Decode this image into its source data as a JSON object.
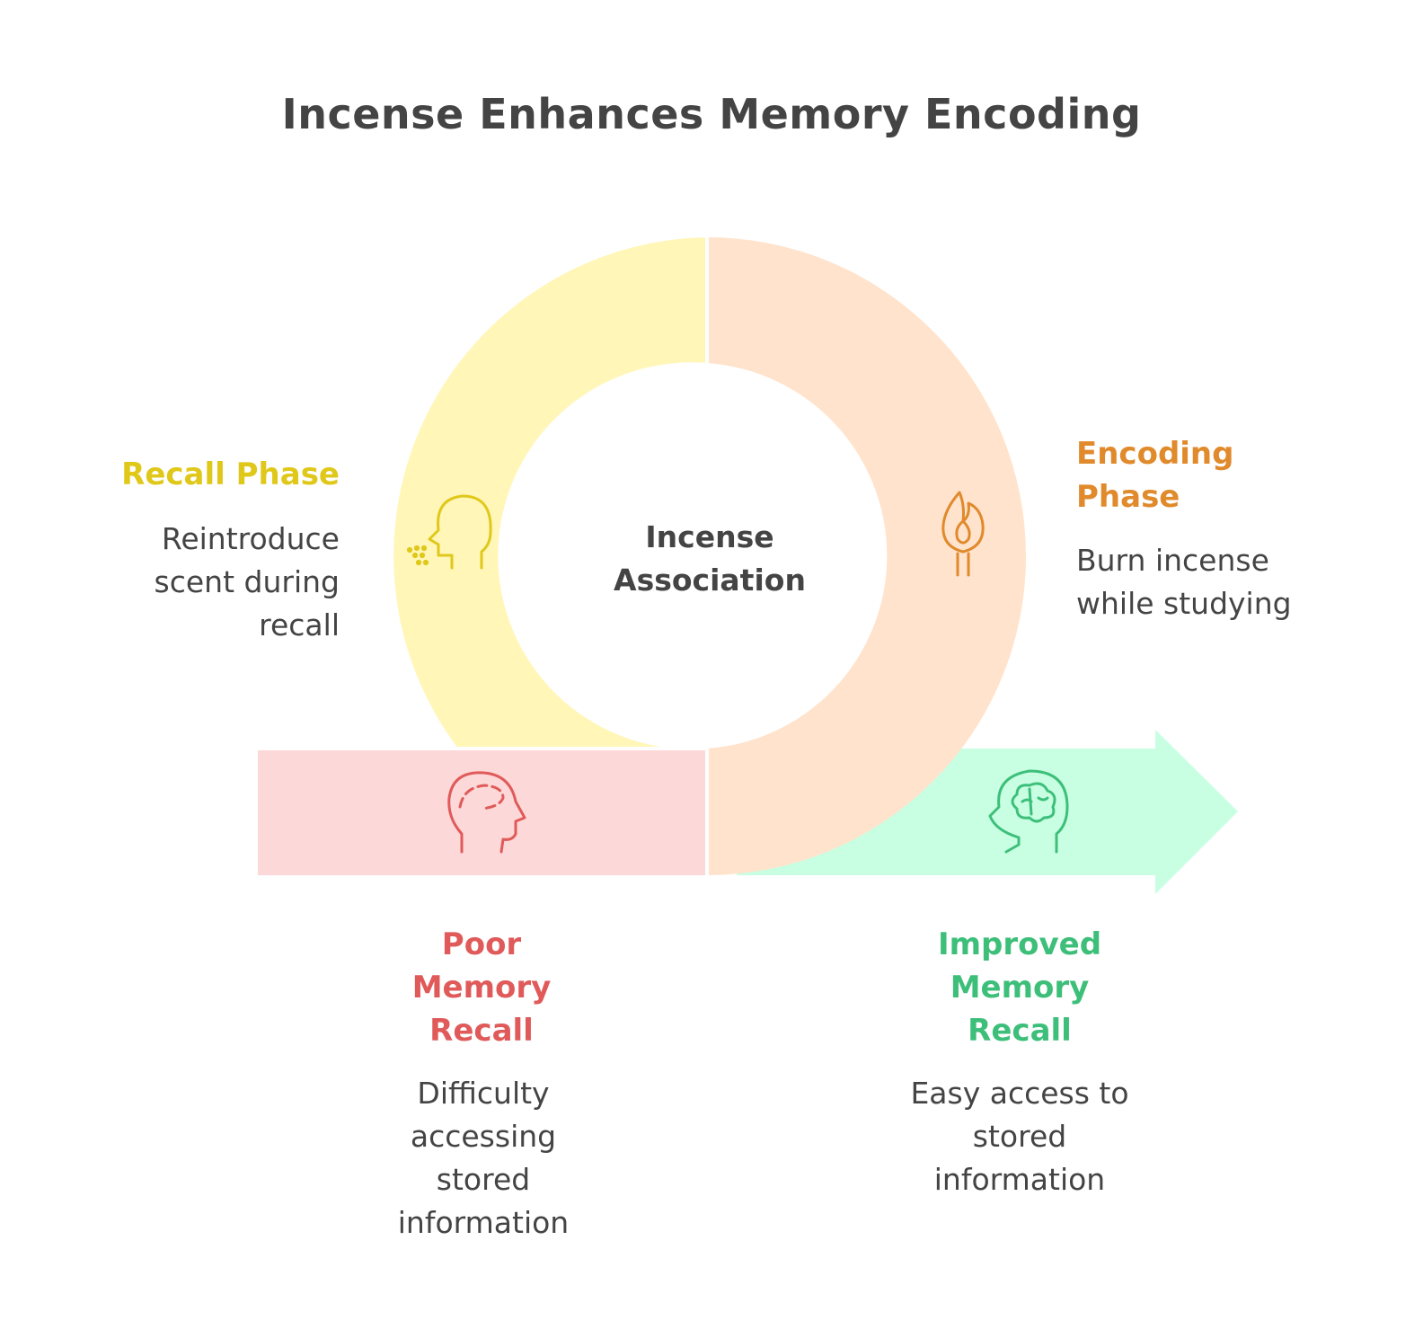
{
  "title": "Incense Enhances Memory Encoding",
  "center": {
    "label": "Incense Association"
  },
  "recall_phase": {
    "title": "Recall Phase",
    "description": "Reintroduce scent during recall",
    "icon": "head-smelling-icon",
    "color": "#e0c81a"
  },
  "encoding_phase": {
    "title": "Encoding Phase",
    "description": "Burn incense while studying",
    "icon": "incense-flame-icon",
    "color": "#e08a2c"
  },
  "poor_recall": {
    "title": "Poor Memory Recall",
    "description": "Difficulty accessing stored information",
    "icon": "head-forgetful-icon",
    "color": "#e05a5a"
  },
  "improved_recall": {
    "title": "Improved Memory Recall",
    "description": "Easy access to stored information",
    "icon": "head-brain-icon",
    "color": "#3dbf7a"
  },
  "colors": {
    "yellow_fill": "#fff6b8",
    "orange_fill": "#ffe3cc",
    "red_fill": "#fdd8d8",
    "green_fill": "#c8ffe2",
    "text": "#444444"
  }
}
